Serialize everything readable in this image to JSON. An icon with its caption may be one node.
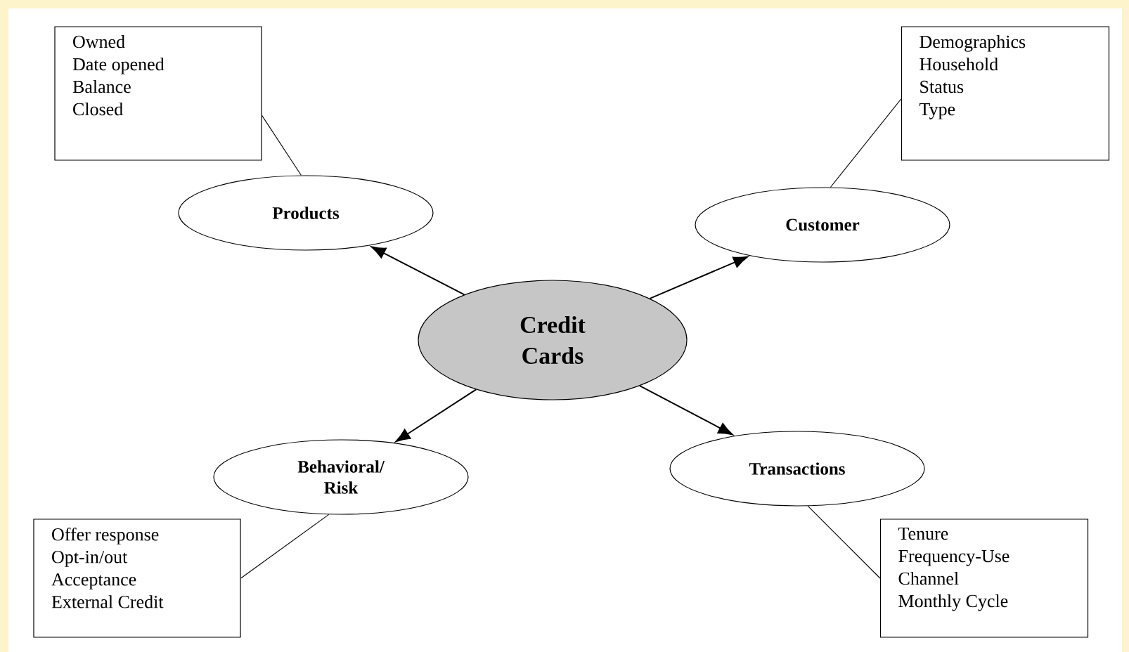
{
  "diagram": {
    "nodes": [
      {
        "text": [
          "Owned",
          "Date opened",
          "Balance",
          "Closed"
        ]
      },
      {
        "text": [
          "Demographics",
          "Household",
          "Status",
          "Type"
        ]
      },
      {
        "text": [
          "Products"
        ]
      },
      {
        "text": [
          "Customer"
        ]
      },
      {
        "text": [
          "Credit Cards"
        ]
      },
      {
        "text": [
          "Behavioral/ Risk"
        ]
      },
      {
        "text": [
          "Transactions"
        ]
      },
      {
        "text": [
          "Offer response",
          "Opt-in/out",
          "Acceptance",
          "External Credit"
        ]
      },
      {
        "text": [
          "Tenure",
          "Frequency-Use",
          "Channel",
          "Monthly Cycle"
        ]
      }
    ],
    "edges": [
      {
        "from": 4,
        "to": 2,
        "arrow": "to"
      },
      {
        "from": 4,
        "to": 3,
        "arrow": "to"
      },
      {
        "from": 4,
        "to": 5,
        "arrow": "to"
      },
      {
        "from": 4,
        "to": 6,
        "arrow": "to"
      },
      {
        "from": 2,
        "to": 0,
        "arrow": "none"
      },
      {
        "from": 3,
        "to": 1,
        "arrow": "none"
      },
      {
        "from": 5,
        "to": 7,
        "arrow": "none"
      },
      {
        "from": 6,
        "to": 8,
        "arrow": "none"
      }
    ]
  }
}
